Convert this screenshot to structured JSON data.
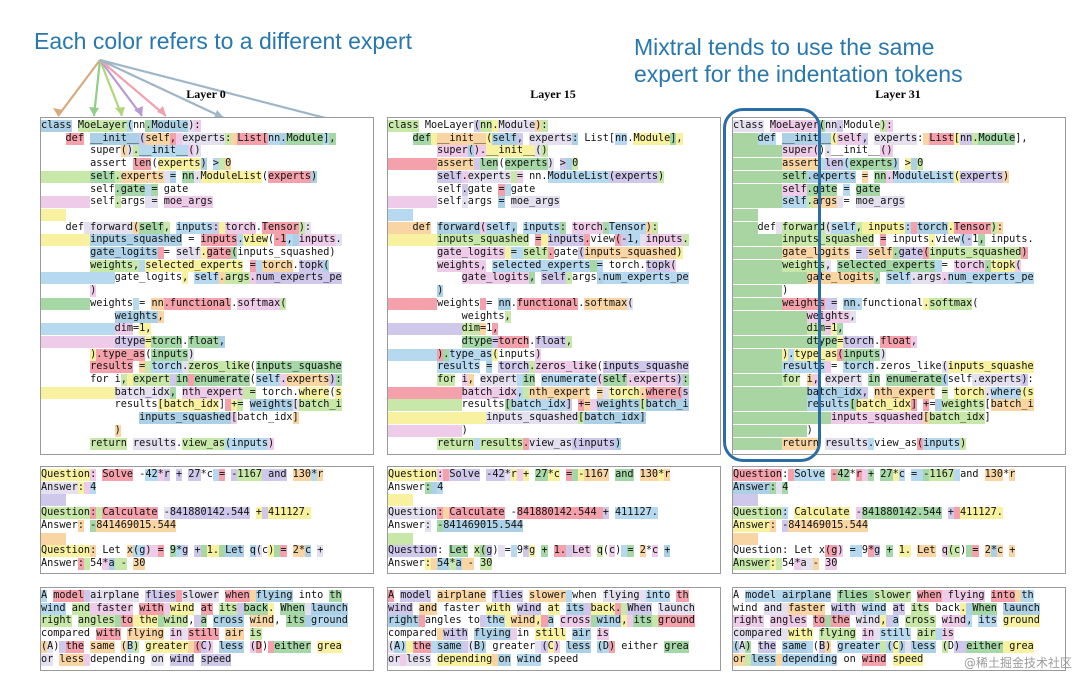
{
  "annotations": {
    "left": "Each color refers to a different expert",
    "right_line1": "Mixtral tends to use the same",
    "right_line2": "expert for the indentation tokens"
  },
  "layers": [
    {
      "title": "Layer 0"
    },
    {
      "title": "Layer 15"
    },
    {
      "title": "Layer 31"
    }
  ],
  "code_lines": [
    "class MoeLayer(nn.Module):",
    "    def __init__(self, experts: List[nn.Module],",
    "        super().__init__()",
    "        assert len(experts) > 0",
    "        self.experts = nn.ModuleList(experts)",
    "        self.gate = gate",
    "        self.args = moe_args",
    "",
    "    def forward(self, inputs: torch.Tensor):",
    "        inputs_squashed = inputs.view(-1, inputs.",
    "        gate_logits = self.gate(inputs_squashed)",
    "        weights, selected_experts = torch.topk(",
    "            gate_logits, self.args.num_experts_pe",
    "        )",
    "        weights = nn.functional.softmax(",
    "            weights,",
    "            dim=1,",
    "            dtype=torch.float,",
    "        ).type_as(inputs)",
    "        results = torch.zeros_like(inputs_squashe",
    "        for i, expert in enumerate(self.experts):",
    "            batch_idx, nth_expert = torch.where(s",
    "            results[batch_idx] += weights[batch_i",
    "                inputs_squashed[batch_idx]",
    "            )",
    "        return results.view_as(inputs)"
  ],
  "math_lines": [
    "Question: Solve -42*r + 27*c = -1167 and 130*r",
    "Answer: 4",
    "",
    "Question: Calculate -841880142.544 + 411127.",
    "Answer: -841469015.544",
    "",
    "Question: Let x(g) = 9*g + 1. Let q(c) = 2*c +",
    "Answer: 54*a - 30"
  ],
  "text_lines": [
    "A model airplane flies slower when flying into th",
    "wind and faster with wind at its back. When launch",
    "right angles to the wind, a cross wind, its ground",
    "compared with flying in still air is",
    "(A) the same (B) greater (C) less (D) either grea",
    "or less depending on wind speed"
  ],
  "colors": {
    "annotation": "#2878ae",
    "bubble": "#2b6ea6",
    "palette": [
      "#f4a1ab",
      "#f8d5a2",
      "#f7f1a0",
      "#c7e8a8",
      "#a5d7a7",
      "#acd0e5",
      "#cfc8ea",
      "#eecbe8",
      "#b6d9ef",
      "#e4e0ef"
    ],
    "indent_layer31": "#a8d5a2"
  },
  "watermark": "@稀土掘金技术社区"
}
